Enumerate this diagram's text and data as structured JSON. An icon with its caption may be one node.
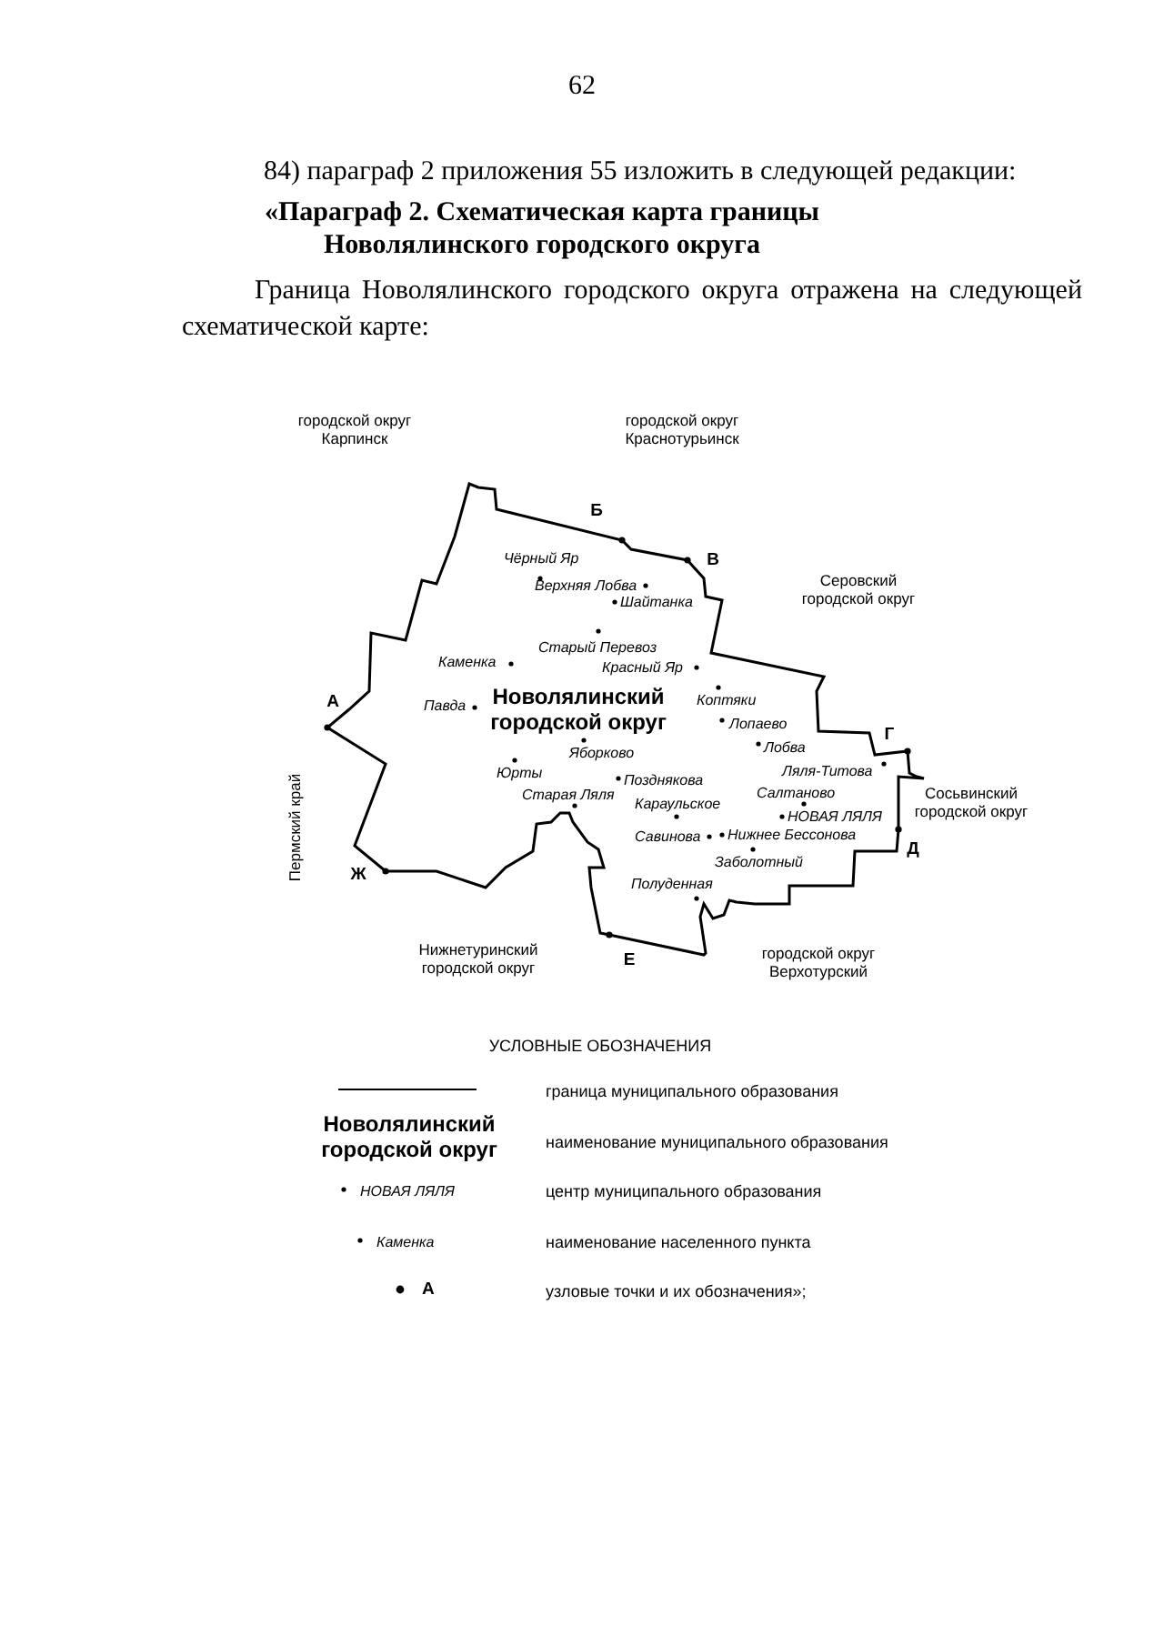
{
  "diagram": {
    "title": "«Параграф 2. Схематическая карта границы Новолялинского городского округа",
    "labels": [
      "62",
      "84) параграф 2 приложения 55 изложить в следующей редакции:",
      "Граница Новолялинского городского округа отражена на следующей схематической карте:",
      "городской округ Карпинск",
      "городской округ Краснотурьинск",
      "Б",
      "В",
      "Серовский городской округ",
      "Чёрный Яр",
      "Верхняя Лобва",
      "Шайтанка",
      "Старый Перевоз",
      "Каменка",
      "Красный Яр",
      "Коптяки",
      "Новолялинский городской округ",
      "А",
      "Павда",
      "Лопаево",
      "Лобва",
      "Г",
      "Яборково",
      "Юрты",
      "Позднякова",
      "Ляля-Титова",
      "Старая Ляля",
      "Караульское",
      "Салтаново",
      "Сосьвинский городской округ",
      "НОВАЯ ЛЯЛЯ",
      "Савинова",
      "Нижнее Бессонова",
      "Пермский край",
      "Д",
      "Заболотный",
      "Ж",
      "Полуденная",
      "Нижнетуринский городской округ",
      "Е",
      "городской округ Верхотурский",
      "УСЛОВНЫЕ ОБОЗНАЧЕНИЯ",
      "Новолялинский городской округ",
      "НОВАЯ ЛЯЛЯ",
      "Каменка",
      "А"
    ],
    "legend": [
      {
        "text": "граница муниципального образования"
      },
      {
        "text": "наименование муниципального образования"
      },
      {
        "text": "центр муниципального образования"
      },
      {
        "text": "наименование населенного пункта"
      },
      {
        "text": "узловые точки и их обозначения»;"
      }
    ]
  }
}
